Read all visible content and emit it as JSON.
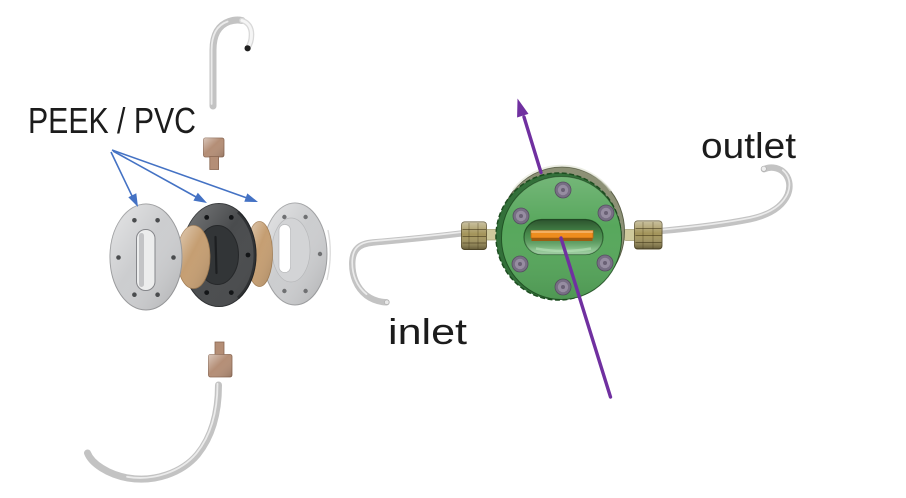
{
  "figure": {
    "background": "#ffffff",
    "labels": {
      "material": "PEEK / PVC",
      "inlet": "inlet",
      "outlet": "outlet"
    },
    "colors": {
      "label_text": "#1c1c1c",
      "annotation_blue": "#4472c4",
      "beam_purple": "#7030a0",
      "cell_green": "#57a75c",
      "cell_green_dark": "#33703a",
      "cell_rim_olive": "#8d9176",
      "electrode_orange": "#ee8d1e",
      "electrode_shadow": "#a4560a",
      "fitting_brass": "#a3945a",
      "fitting_copper": "#b48e76",
      "gasket_tan": "#c59e72",
      "disc_light_gray": "#cccdcf",
      "disc_dark_gray": "#4a4c4e",
      "screw_gray": "#968da1",
      "screw_gray_dark": "#776e84",
      "tube_gray": "#c3c3c3",
      "tube_highlight": "#ebebeb"
    }
  }
}
